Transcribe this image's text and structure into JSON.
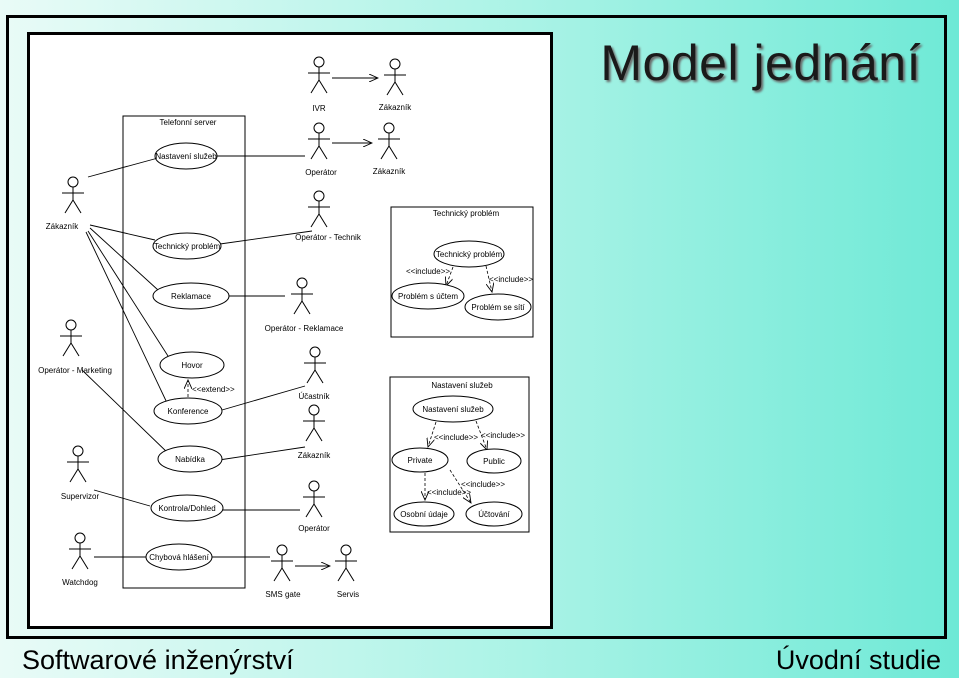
{
  "slide": {
    "title": "Model jednání",
    "subject": "Softwarové inženýrství",
    "section": "Úvodní studie"
  },
  "diagram": {
    "system": "Telefonní server",
    "actors": {
      "ivr": "IVR",
      "customer_top1": "Zákazník",
      "operator_top": "Operátor",
      "customer_top2": "Zákazník",
      "customer_left": "Zákazník",
      "technician": "Operátor - Technik",
      "complaints_op": "Operátor - Reklamace",
      "marketing": "Operátor - Marketing",
      "participant": "Účastník",
      "customer_mid": "Zákazník",
      "supervisor": "Supervizor",
      "operator_mid": "Operátor",
      "watchdog": "Watchdog",
      "sms_gate": "SMS gate",
      "service": "Servis"
    },
    "use_cases": {
      "services": "Nastavení služeb",
      "tech_problem": "Technický problém",
      "complaint": "Reklamace",
      "call": "Hovor",
      "conference": "Konference",
      "offer": "Nabídka",
      "control": "Kontrola/Dohled",
      "error_report": "Chybová hlášení"
    },
    "extend_label": "<<extend>>",
    "tech_box": {
      "title": "Technický problém",
      "root": "Technický problém",
      "include_left": "<<include>>",
      "include_right": "<<include>>",
      "account": "Problém s účtem",
      "network": "Problém se sítí"
    },
    "services_box": {
      "title": "Nastavení služeb",
      "root": "Nastavení služeb",
      "include_left": "<<include>>",
      "include_right": "<<include>>",
      "private": "Private",
      "public": "Public",
      "include_a": "<<include>>",
      "include_b": "<<include>>",
      "personal": "Osobní údaje",
      "billing": "Účtování"
    }
  }
}
